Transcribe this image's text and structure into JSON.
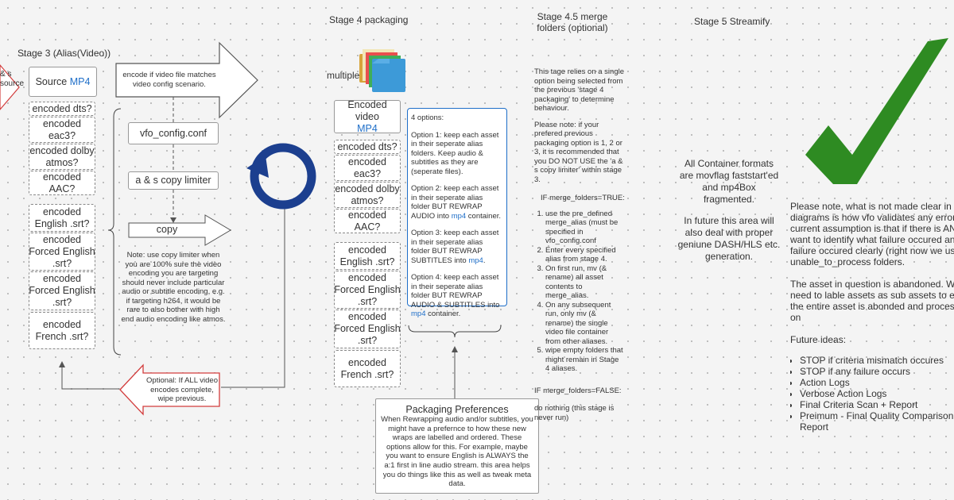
{
  "stage3": {
    "title": "Stage 3 (Alias(Video))",
    "edge_text": "& s\nsource",
    "source_label": "Source",
    "source_fmt": "MP4",
    "items": [
      "encoded dts?",
      "encoded\neac3?",
      "encoded dolby\natmos?",
      "encoded AAC?",
      "encoded\nEnglish .srt?",
      "encoded\nForced English\n.srt?",
      "encoded\nForced English\n.srt?",
      "encoded\nFrench .srt?"
    ],
    "encode_arrow": "encode if video file matches video config scenario.",
    "vfo_config": "vfo_config.conf",
    "copy_limiter": "a & s copy limiter",
    "copy": "copy",
    "note": "Note: use copy limiter when you are 100% sure the video encoding you are targeting should never include particular audio or subtitle encoding,  e.g. if targeting h264, it would be rare to also bother with high end audio encoding like atmos.",
    "optional": "Optional: If ALL video encodes complete, wipe previous."
  },
  "stage4": {
    "title": "Stage 4 packaging",
    "multiple": "multiple",
    "video_label": "Encoded video",
    "video_fmt": "MP4",
    "items": [
      "encoded dts?",
      "encoded\neac3?",
      "encoded dolby\natmos?",
      "encoded AAC?",
      "encoded\nEnglish .srt?",
      "encoded\nForced English\n.srt?",
      "encoded\nForced English\n.srt?",
      "encoded\nFrench .srt?"
    ],
    "options_header": "4 options:",
    "opt1": "Option 1: keep each asset in their seperate alias folders.  Keep audio & subtitles as they are (seperate files).",
    "opt2_pre": "Option 2: keep each asset in their seperate alias folder BUT REWRAP AUDIO into ",
    "opt2_fmt": "mp4",
    "opt2_post": " container.",
    "opt3_pre": "Option 3: keep each asset in their seperate alias folder BUT REWRAP SUBTITLES into ",
    "opt3_fmt": "mp4",
    "opt3_post": ".",
    "opt4_pre": "Option 4: keep each asset in their seperate alias folder BUT REWRAP AUDIO & SUBTITLES into ",
    "opt4_fmt": "mp4",
    "opt4_post": " container.",
    "pref_title": "Packaging Preferences",
    "pref_body": "When Rewrapping audio and/or subtitles, you might have a prefernce to how these new wraps are labelled and ordered.  These options allow for this.  For example, maybe you want to ensure English is ALWAYS the a:1 first in line audio stream.  this area helps you do things like this as well as tweak meta data."
  },
  "stage45": {
    "title": "Stage 4.5 merge\nfolders (optional)",
    "intro": "This tage relies on a single option being selected from the previous 'stage 4 packaging' to determine behaviour.",
    "note": "Please note: if your prefered previous packaging option is 1, 2 or 3, it is recommended that you DO NOT USE the 'a & s copy limiter' within stage 3.",
    "if_true": "IF merge_folders=TRUE:",
    "steps": [
      "use the pre_defined merge_alias (must be specified in vfo_config.conf",
      "Enter every specified alias from stage 4.",
      "On first run, mv (& rename) all asset contents to merge_alias.",
      "On any subsequent run, only mv (& rename) the single video file container from other aliases.",
      "wipe empty folders that might remain in Stage 4 aliases."
    ],
    "if_false": "IF merge_folders=FALSE:",
    "nothing": "do nothing (this stage is never run)"
  },
  "stage5": {
    "title": "Stage 5 Streamify",
    "p1": "All Container formats are movflag faststart'ed and mp4Box fragmented.",
    "p2": "In future this area will also deal with proper geniune DASH/HLS etc. generation."
  },
  "notes": {
    "p1": "Please note, what is not made clear in the diagrams is how vfo validates any errors current assumption is that if there is ANY want to identify what failure occured and failure occured clearly (right now we use unable_to_process folders.",
    "p2": "The asset in question is abandoned.  We need to lable assets as sub assets to en the entire asset is abonded and processi on",
    "future": "Future ideas:",
    "ideas": [
      "STOP if criteria mismatch occures",
      "STOP if any failure occurs",
      "Action Logs",
      "Verbose Action Logs",
      "Final Criteria Scan + Report",
      "Preimum - Final Quality Comparison S Report"
    ]
  },
  "icons": [
    "folders-icon",
    "refresh-cycle-icon",
    "checkmark-icon"
  ],
  "colors": {
    "accent_blue": "#1e6ec8",
    "cycle_blue": "#1c3f8f",
    "check_green": "#2e8b22",
    "red_outline": "#d23c3c"
  }
}
